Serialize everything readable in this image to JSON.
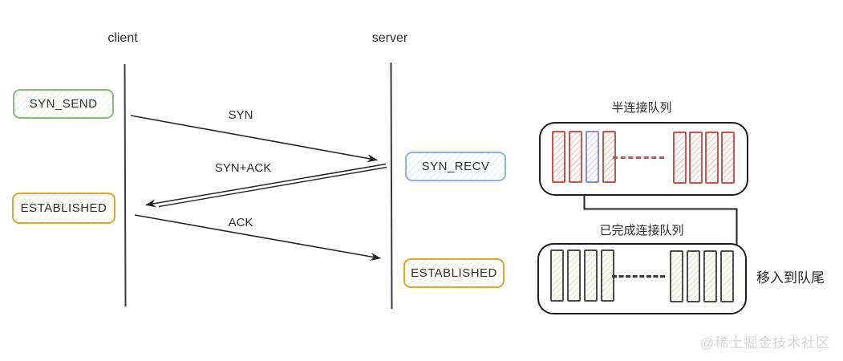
{
  "actors": {
    "client": "client",
    "server": "server"
  },
  "states": {
    "syn_send": {
      "label": "SYN_SEND",
      "border_color": "#86bb79"
    },
    "established_client": {
      "label": "ESTABLISHED",
      "border_color": "#dfa62b"
    },
    "syn_recv": {
      "label": "SYN_RECV",
      "border_color": "#8db3dd"
    },
    "established_server": {
      "label": "ESTABLISHED",
      "border_color": "#dfa62b"
    }
  },
  "messages": [
    {
      "label": "SYN",
      "from": "client",
      "to": "server"
    },
    {
      "label": "SYN+ACK",
      "from": "server",
      "to": "client"
    },
    {
      "label": "ACK",
      "from": "client",
      "to": "server"
    }
  ],
  "queues": {
    "half_open": {
      "title": "半连接队列",
      "bar_color": "#c4564f",
      "highlight_bar_color": "#8f8ac9",
      "left": [
        "red",
        "red",
        "highlight",
        "red"
      ],
      "right": [
        "red",
        "red",
        "red",
        "red"
      ]
    },
    "accept": {
      "title": "已完成连接队列",
      "bar_color": "#b0c960",
      "left": [
        "green",
        "green",
        "green",
        "green"
      ],
      "right": [
        "green",
        "green",
        "green",
        "green"
      ]
    }
  },
  "annotation": {
    "move_to_tail": "移入到队尾"
  },
  "watermark": "@稀土掘金技术社区"
}
